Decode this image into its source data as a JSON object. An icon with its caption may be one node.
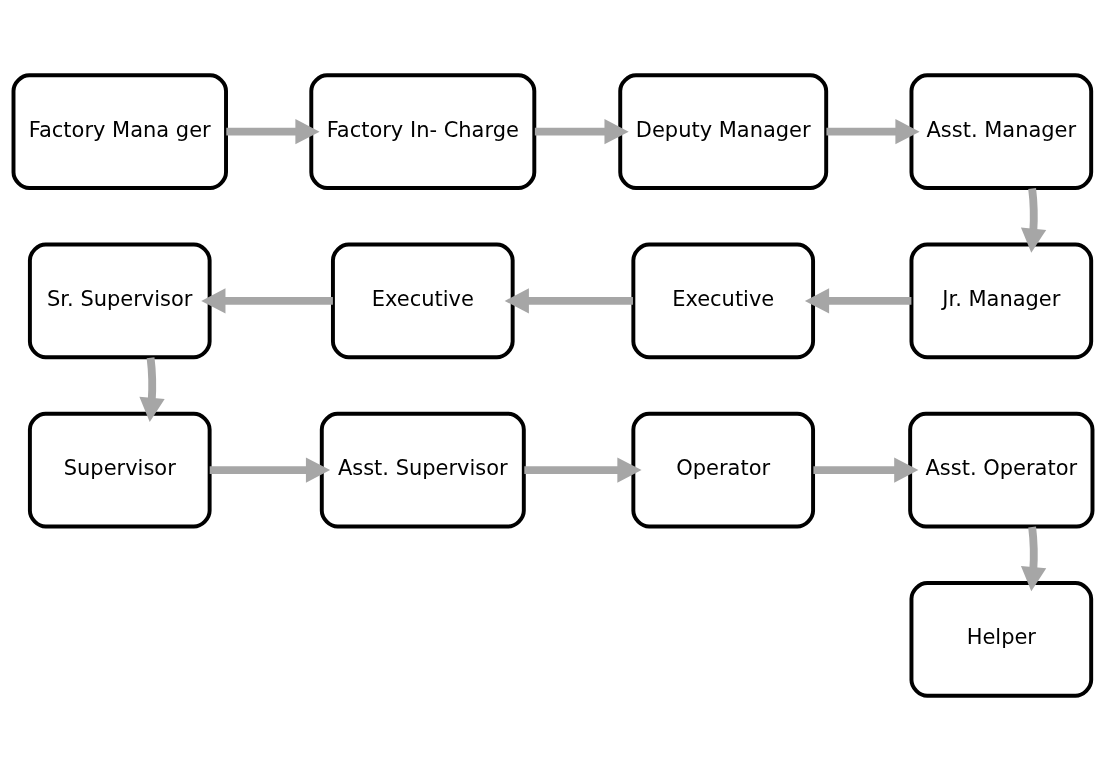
{
  "diagram": {
    "nodes": [
      {
        "text": [
          "Factory Mana ger"
        ]
      },
      {
        "text": [
          "Factory In- Charge"
        ]
      },
      {
        "text": [
          "Deputy Manager"
        ]
      },
      {
        "text": [
          "Asst. Manager"
        ]
      },
      {
        "text": [
          "Jr. Manager"
        ]
      },
      {
        "text": [
          "Executive"
        ]
      },
      {
        "text": [
          "Executive"
        ]
      },
      {
        "text": [
          "Sr. Supervisor"
        ]
      },
      {
        "text": [
          "Supervisor"
        ]
      },
      {
        "text": [
          "Asst. Supervisor"
        ]
      },
      {
        "text": [
          "Operator"
        ]
      },
      {
        "text": [
          "Asst. Operator"
        ]
      },
      {
        "text": [
          "Helper"
        ]
      }
    ],
    "edges": [
      {
        "from": 0,
        "to": 1,
        "arrow": "to"
      },
      {
        "from": 1,
        "to": 2,
        "arrow": "to"
      },
      {
        "from": 2,
        "to": 3,
        "arrow": "to"
      },
      {
        "from": 3,
        "to": 4,
        "arrow": "to"
      },
      {
        "from": 4,
        "to": 5,
        "arrow": "to"
      },
      {
        "from": 5,
        "to": 6,
        "arrow": "to"
      },
      {
        "from": 6,
        "to": 7,
        "arrow": "to"
      },
      {
        "from": 7,
        "to": 8,
        "arrow": "to"
      },
      {
        "from": 8,
        "to": 9,
        "arrow": "to"
      },
      {
        "from": 9,
        "to": 10,
        "arrow": "to"
      },
      {
        "from": 10,
        "to": 11,
        "arrow": "to"
      },
      {
        "from": 11,
        "to": 12,
        "arrow": "to"
      }
    ]
  }
}
